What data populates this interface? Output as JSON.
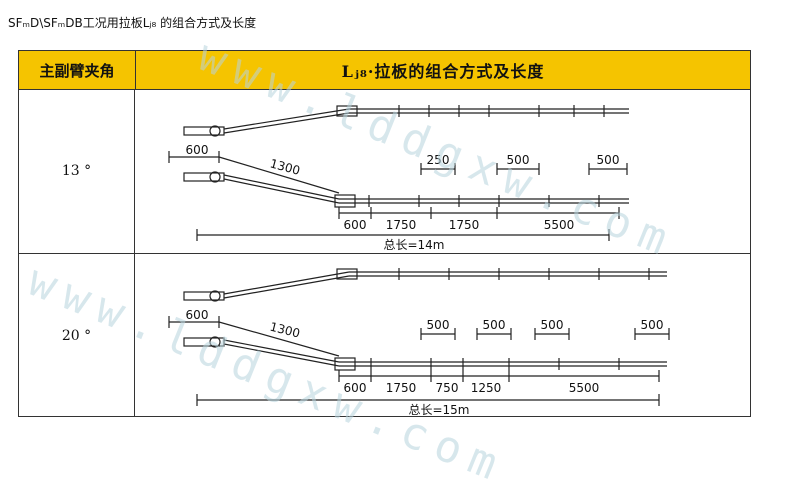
{
  "caption": "SFₘD\\SFₘDB工况用拉板Lⱼ₈ 的组合方式及长度",
  "header": {
    "col1": "主副臂夹角",
    "col2": "Lⱼ₈·拉板的组合方式及长度"
  },
  "rows": [
    {
      "angle": "13 °",
      "top_dims": [
        "250",
        "500",
        "500"
      ],
      "jib_dims": [
        "600",
        "1300"
      ],
      "bottom_dims": [
        "600",
        "1750",
        "1750",
        "5500"
      ],
      "total": "总长=14m"
    },
    {
      "angle": "20 °",
      "top_dims": [
        "500",
        "500",
        "500",
        "500"
      ],
      "jib_dims": [
        "600",
        "1300"
      ],
      "bottom_dims": [
        "600",
        "1750",
        "750",
        "1250",
        "5500"
      ],
      "total": "总长=15m"
    }
  ],
  "watermark": "www.lddgxw.com"
}
